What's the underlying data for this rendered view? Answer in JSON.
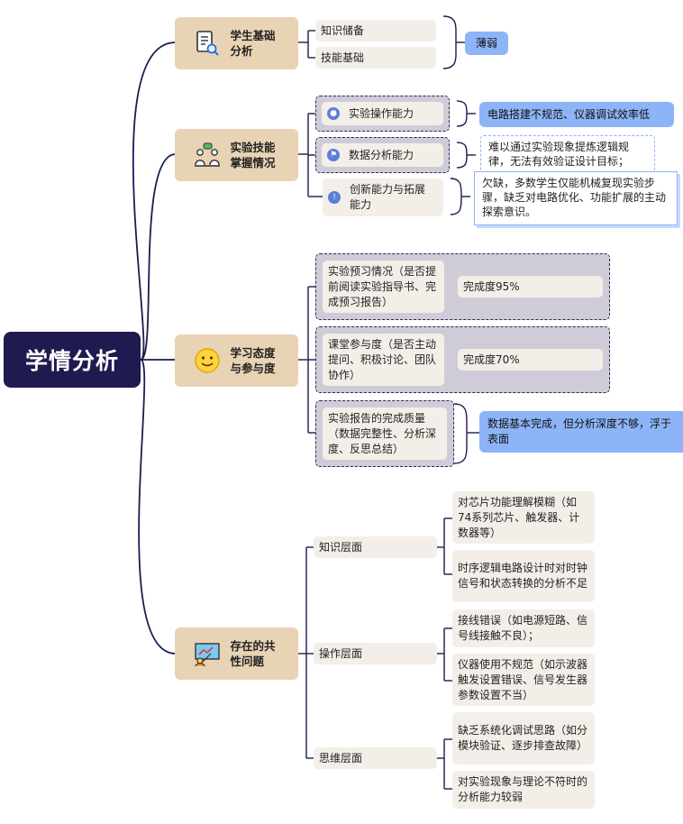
{
  "root": {
    "title": "学情分析"
  },
  "branches": {
    "basics": {
      "title": "学生基础分析",
      "icon": "document-search-icon",
      "items": [
        "知识储备",
        "技能基础"
      ],
      "summary": "薄弱"
    },
    "skills": {
      "title": "实验技能掌握情况",
      "icon": "teacher-student-icon",
      "items": [
        {
          "label": "实验操作能力",
          "icon": "user-circle-icon",
          "note": "电路搭建不规范、仪器调试效率低"
        },
        {
          "label": "数据分析能力",
          "icon": "flag-circle-icon",
          "note": "难以通过实验现象提炼逻辑规律，无法有效验证设计目标；"
        },
        {
          "label": "创新能力与拓展能力",
          "icon": "lightbulb-icon",
          "note": "欠缺，多数学生仅能机械复现实验步骤，缺乏对电路优化、功能扩展的主动探索意识。"
        }
      ]
    },
    "attitude": {
      "title": "学习态度与参与度",
      "icon": "smiley-icon",
      "items": [
        {
          "label": "实验预习情况（是否提前阅读实验指导书、完成预习报告）",
          "value": "完成度95%"
        },
        {
          "label": "课堂参与度（是否主动提问、积极讨论、团队协作）",
          "value": "完成度70%"
        },
        {
          "label": "实验报告的完成质量（数据完整性、分析深度、反思总结）",
          "value": "数据基本完成，但分析深度不够，浮于表面"
        }
      ]
    },
    "problems": {
      "title": "存在的共性问题",
      "icon": "presentation-board-icon",
      "groups": [
        {
          "label": "知识层面",
          "items": [
            "对芯片功能理解模糊（如74系列芯片、触发器、计数器等）",
            "时序逻辑电路设计时对时钟信号和状态转换的分析不足"
          ]
        },
        {
          "label": "操作层面",
          "items": [
            "接线错误（如电源短路、信号线接触不良）；",
            "仪器使用不规范（如示波器触发设置错误、信号发生器参数设置不当）"
          ]
        },
        {
          "label": "思维层面",
          "items": [
            "缺乏系统化调试思路（如分模块验证、逐步排查故障）",
            "对实验现象与理论不符时的分析能力较弱"
          ]
        }
      ]
    }
  },
  "colors": {
    "root": "#1f1a4f",
    "category": "#e9d3b5",
    "leaf": "#f3efe8",
    "accent_blue": "#8db4f7",
    "line": "#1f1a4f"
  }
}
